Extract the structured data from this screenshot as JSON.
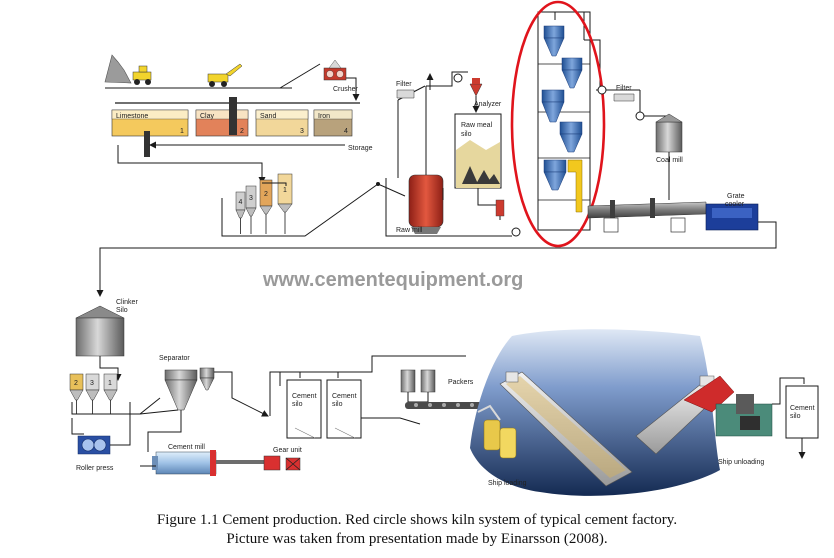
{
  "labels": {
    "crusher": "Crusher",
    "filter_left": "Filter",
    "filter_right": "Filter",
    "analyzer": "Analyzer",
    "raw_meal_silo_1": "Raw meal",
    "raw_meal_silo_2": "silo",
    "raw_mill": "Raw mill",
    "storage": "Storage",
    "coal_mill": "Coal mill",
    "grate_cooler_1": "Grate",
    "grate_cooler_2": "cooler",
    "clinker_silo_1": "Clinker",
    "clinker_silo_2": "Silo",
    "separator": "Separator",
    "cement_mill": "Cement mill",
    "gear_unit": "Gear unit",
    "roller_press": "Roller press",
    "cement_silo_a_1": "Cement",
    "cement_silo_a_2": "silo",
    "cement_silo_b_1": "Cement",
    "cement_silo_b_2": "silo",
    "packers": "Packers",
    "ship_loading": "Ship loading",
    "ship_unloading": "Ship unloading",
    "cement_silo_c_1": "Cement",
    "cement_silo_c_2": "silo"
  },
  "storage_bins": [
    {
      "name": "Limestone",
      "num": "1",
      "color": "#f4c95d"
    },
    {
      "name": "Clay",
      "num": "2",
      "color": "#e2825a"
    },
    {
      "name": "Sand",
      "num": "3",
      "color": "#f2d79a"
    },
    {
      "name": "Iron",
      "num": "4",
      "color": "#b8a27c"
    }
  ],
  "feed_hopper_numbers": [
    "4",
    "3",
    "2",
    "1"
  ],
  "cement_hopper_numbers": [
    "2",
    "3",
    "1"
  ],
  "watermark": "www.cementequipment.org",
  "caption": {
    "line1": "Figure 1.1 Cement production. Red circle shows kiln system of typical cement factory.",
    "line2": "Picture was taken from presentation made by Einarsson (2008)."
  },
  "colors": {
    "line": "#1a1a1a",
    "highlight": "#e0141c",
    "preheater": "#3a6fb5",
    "calciner": "#f2c81e",
    "cooler": "#1c3e9a",
    "sea": "#1d3a66",
    "bin_limestone": "#f4c95d",
    "bin_clay": "#e2825a",
    "bin_sand": "#f2d79a",
    "bin_iron": "#b8a27c",
    "mill_red": "#cf3b2a",
    "gear_red": "#d93030",
    "cement_mill_blue": "#a9c8e8"
  }
}
